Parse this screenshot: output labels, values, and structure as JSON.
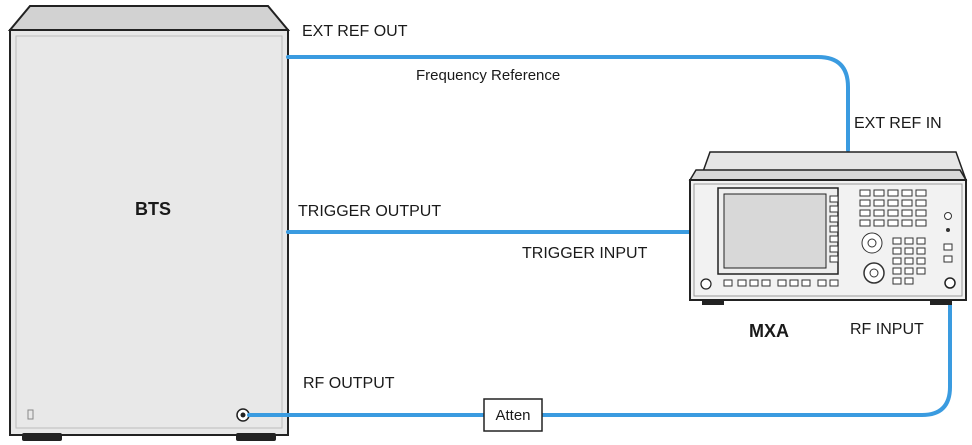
{
  "bts": {
    "name": "BTS"
  },
  "mxa": {
    "name": "MXA"
  },
  "connections": {
    "ext_ref_out": "EXT REF OUT",
    "frequency_reference": "Frequency Reference",
    "ext_ref_in": "EXT REF IN",
    "trigger_output": "TRIGGER OUTPUT",
    "trigger_input": "TRIGGER INPUT",
    "rf_input": "RF INPUT",
    "rf_output": "RF OUTPUT",
    "attenuator": "Atten"
  },
  "colors": {
    "cable": "#3a9be0",
    "cabinet": "#e6e6e6",
    "outline": "#222222",
    "screen": "#d8d8d8"
  }
}
